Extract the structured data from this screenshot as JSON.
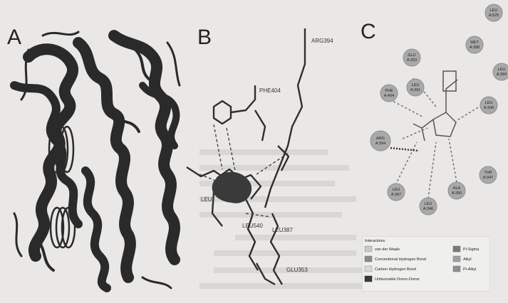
{
  "panels": {
    "a": {
      "letter": "A"
    },
    "b": {
      "letter": "B",
      "residues": [
        "ARG394",
        "PHE404",
        "LEU",
        "LEU540",
        "LEU387",
        "GLU353"
      ]
    },
    "c": {
      "letter": "C",
      "nodes": [
        {
          "name": "LEU",
          "num": "A:525"
        },
        {
          "name": "GLU",
          "num": "A:353"
        },
        {
          "name": "MET",
          "num": "A:388"
        },
        {
          "name": "LEU",
          "num": "A:391"
        },
        {
          "name": "PHE",
          "num": "A:404"
        },
        {
          "name": "LEU",
          "num": "A:384"
        },
        {
          "name": "LEU",
          "num": "A:349"
        },
        {
          "name": "ARG",
          "num": "A:394"
        },
        {
          "name": "THR",
          "num": "A:347"
        },
        {
          "name": "ALA",
          "num": "A:350"
        },
        {
          "name": "LEU",
          "num": "A:387"
        },
        {
          "name": "LEU",
          "num": "A:346"
        }
      ],
      "legend": {
        "title": "Interactions",
        "items": [
          {
            "label": "van der Waals",
            "color": "#c9c9c9"
          },
          {
            "label": "Conventional Hydrogen Bond",
            "color": "#8a8a8a"
          },
          {
            "label": "Carbon Hydrogen Bond",
            "color": "#d9d9d9"
          },
          {
            "label": "Unfavorable Donor-Donor",
            "color": "#3a3a3a"
          },
          {
            "label": "Pi-Sigma",
            "color": "#7a7a7a"
          },
          {
            "label": "Alkyl",
            "color": "#a0a0a0"
          },
          {
            "label": "Pi-Alkyl",
            "color": "#8e8e8e"
          }
        ]
      }
    }
  },
  "colors": {
    "ribbon": "#2a2a2a",
    "node": "#a9a9a9",
    "background": "#e9e8e6"
  }
}
